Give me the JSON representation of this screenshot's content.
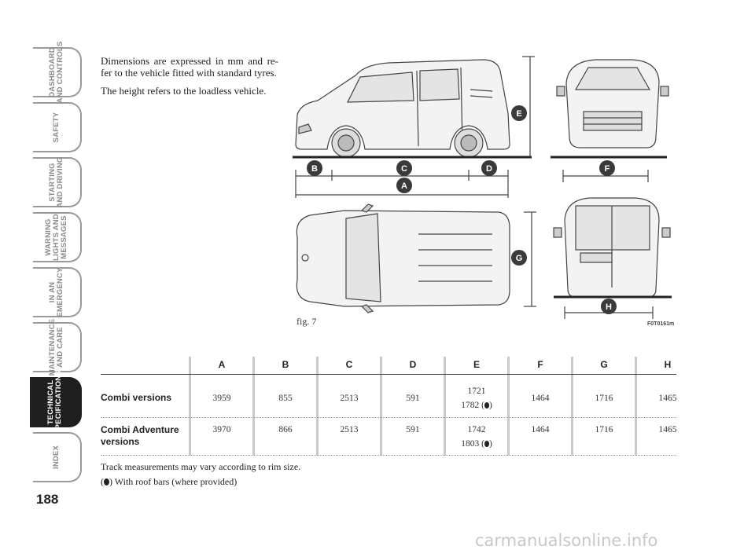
{
  "sidebar": {
    "tabs": [
      {
        "label": "DASHBOARD\nAND CONTROLS",
        "active": false
      },
      {
        "label": "SAFETY",
        "active": false
      },
      {
        "label": "STARTING\nAND DRIVING",
        "active": false
      },
      {
        "label": "WARNING\nLIGHTS AND\nMESSAGES",
        "active": false
      },
      {
        "label": "IN AN\nEMERGENCY",
        "active": false
      },
      {
        "label": "MAINTENANCE\nAND CARE",
        "active": false
      },
      {
        "label": "TECHNICAL\nSPECIFICATIONS",
        "active": true
      },
      {
        "label": "INDEX",
        "active": false
      }
    ]
  },
  "page_number": "188",
  "intro": {
    "p1": "Dimensions are expressed in mm and re-fer to the vehicle fitted with standard tyres.",
    "p2": "The height refers to the loadless vehicle."
  },
  "figure": {
    "caption": "fig. 7",
    "code": "F0T0161m",
    "badges": {
      "a": "A",
      "b": "B",
      "c": "C",
      "d": "D",
      "e": "E",
      "f": "F",
      "g": "G",
      "h": "H"
    }
  },
  "table": {
    "headers": [
      "A",
      "B",
      "C",
      "D",
      "E",
      "F",
      "G",
      "H"
    ],
    "rows": [
      {
        "label": "Combi versions",
        "values": [
          "3959",
          "855",
          "2513",
          "591",
          "1721",
          "1464",
          "1716",
          "1465"
        ],
        "e_roof": "1782 (",
        "e_roof_close": ")"
      },
      {
        "label": "Combi Adventure versions",
        "values": [
          "3970",
          "866",
          "2513",
          "591",
          "1742",
          "1464",
          "1716",
          "1465"
        ],
        "e_roof": "1803 (",
        "e_roof_close": ")"
      }
    ]
  },
  "notes": {
    "track": "Track measurements may vary according to rim size.",
    "roof_open": "(",
    "roof_close": ") With roof bars (where provided)"
  },
  "watermark": "carmanualsonline.info",
  "colors": {
    "badge": "#3a3a3a",
    "active_tab": "#1f1f1f",
    "tab_border": "#9a9a9a"
  }
}
